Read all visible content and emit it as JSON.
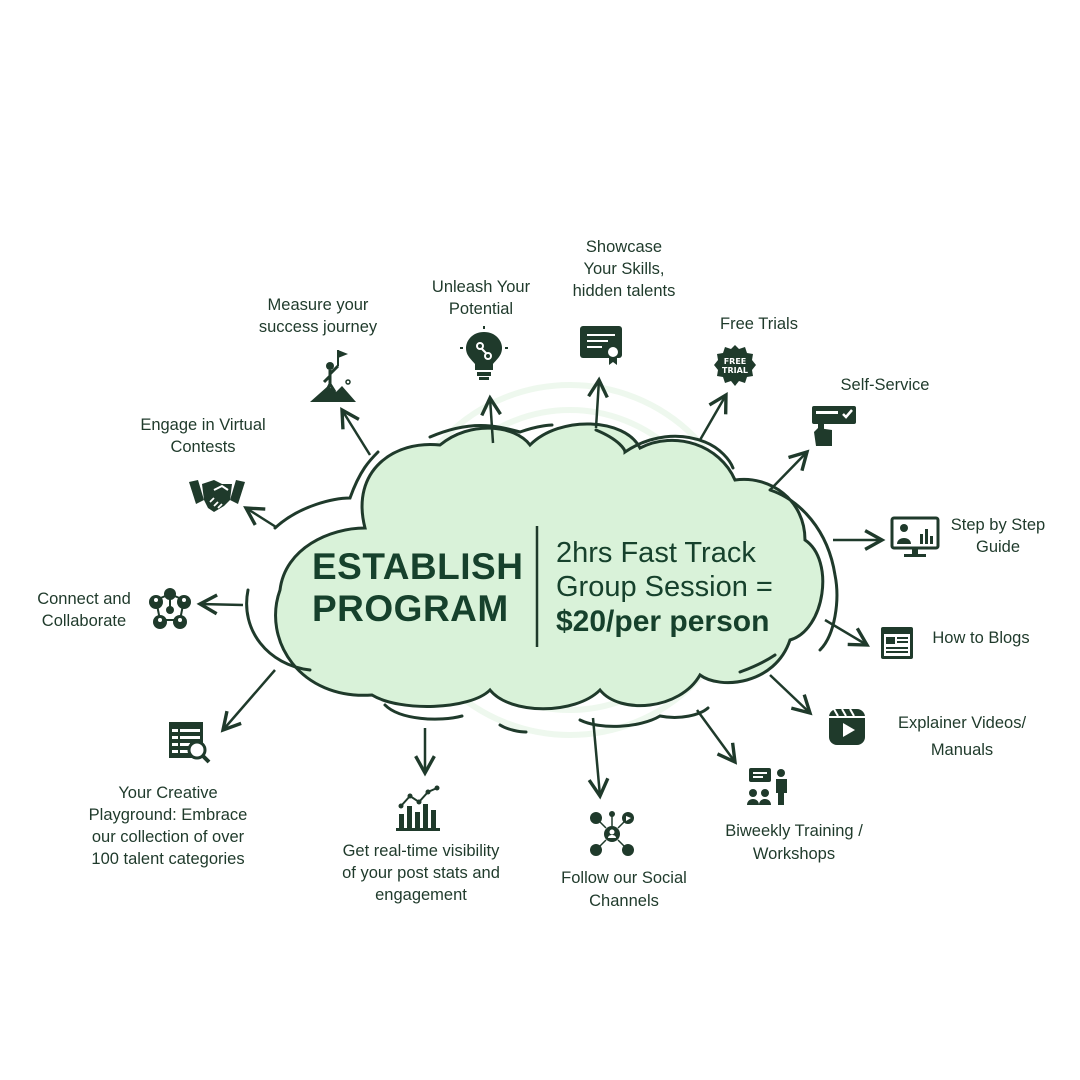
{
  "center": {
    "title_lines": [
      "ESTABLISH",
      "PROGRAM"
    ],
    "offer_lines": [
      "2hrs Fast Track",
      "Group Session ="
    ],
    "price": "$20/per person"
  },
  "nodes": {
    "measure": [
      "Measure your",
      "success journey"
    ],
    "unleash": [
      "Unleash Your",
      "Potential"
    ],
    "showcase": [
      "Showcase",
      "Your Skills,",
      "hidden talents"
    ],
    "free_trials": [
      "Free Trials"
    ],
    "free_trial_badge": [
      "FREE",
      "TRIAL"
    ],
    "self_service": [
      "Self-Service"
    ],
    "step_guide": [
      "Step by Step",
      "Guide"
    ],
    "blogs": [
      "How to Blogs"
    ],
    "videos": [
      "Explainer Videos/",
      "Manuals"
    ],
    "training": [
      "Biweekly Training /",
      "Workshops"
    ],
    "social": [
      "Follow our Social",
      "Channels"
    ],
    "stats": [
      "Get real-time visibility",
      "of your post stats and",
      "engagement"
    ],
    "playground": [
      "Your Creative",
      "Playground: Embrace",
      "our collection of over",
      "100 talent categories"
    ],
    "connect": [
      "Connect and",
      "Collaborate"
    ],
    "contests": [
      "Engage in Virtual",
      "Contests"
    ]
  },
  "colors": {
    "cloud_fill": "#d9f2d9",
    "cloud_outline": "#1f3a2b",
    "dark_green": "#16412c",
    "icon": "#1f3a2b"
  }
}
